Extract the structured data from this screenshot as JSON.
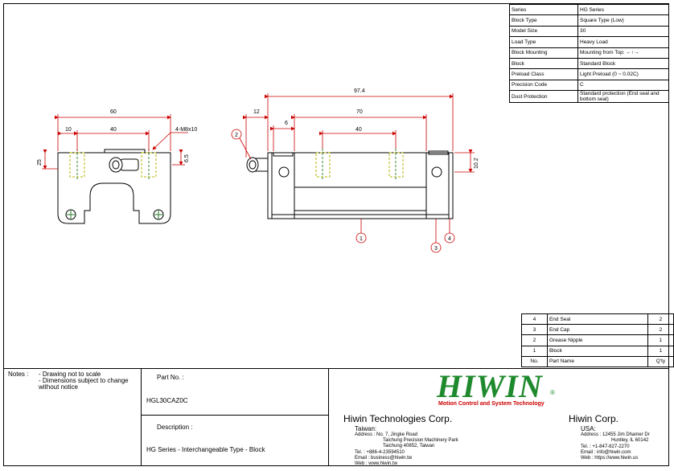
{
  "spec_table": [
    {
      "key": "Series",
      "value": "HG Series"
    },
    {
      "key": "Block Type",
      "value": "Square Type (Low)"
    },
    {
      "key": "Model Size",
      "value": "30"
    },
    {
      "key": "Load Type",
      "value": "Heavy Load"
    },
    {
      "key": "Block Mounting",
      "value": "Mounting from Top: ←↑→"
    },
    {
      "key": "Block",
      "value": "Standard Block"
    },
    {
      "key": "Preload Class",
      "value": "Light Preload (0 ~ 0.02C)"
    },
    {
      "key": "Precision Code",
      "value": "C"
    },
    {
      "key": "Dust Protection",
      "value": "Standard protection (End seal and bottom seal)"
    }
  ],
  "parts_list": {
    "rows": [
      {
        "no": "4",
        "name": "End Seal",
        "qty": "2"
      },
      {
        "no": "3",
        "name": "End Cap",
        "qty": "2"
      },
      {
        "no": "2",
        "name": "Grease Nipple",
        "qty": "1"
      },
      {
        "no": "1",
        "name": "Block",
        "qty": "1"
      }
    ],
    "header": {
      "no": "No.",
      "name": "Part Name",
      "qty": "Q'ty"
    }
  },
  "dimensions": {
    "front_width": "60",
    "front_10": "10",
    "front_40": "40",
    "thread": "4-M8x10",
    "front_6_5": "6.5",
    "front_25": "25",
    "side_97_4": "97.4",
    "side_12": "12",
    "side_70": "70",
    "side_6": "6",
    "side_40": "40",
    "side_10_2": "10.2"
  },
  "balloons": [
    "1",
    "2",
    "3",
    "4"
  ],
  "title_block": {
    "notes_label": "Notes :",
    "notes": [
      "- Drawing not to scale",
      "- Dimensions subject to change",
      "without notice"
    ],
    "part_no_label": "Part No. :",
    "part_no": "HGL30CAZ0C",
    "description_label": "Description :",
    "description": "HG Series - Interchangeable Type - Block"
  },
  "brand": {
    "logo": "HIWIN",
    "reg": "®",
    "tagline": "Motion Control and System Technology",
    "tw_company": "Hiwin Technologies Corp.",
    "tw_country": "Taiwan:",
    "tw_lines": [
      "Address : No. 7, Jingke Road",
      "Taichung Precision Machinery Park",
      "Taichung 40852, Taiwan",
      "Tel. : +886-4-23594510",
      "Email : business@hiwin.tw",
      "Web : www.hiwin.tw"
    ],
    "us_company": "Hiwin Corp.",
    "us_country": "USA:",
    "us_lines": [
      "Address : 12455 Jim Dhamer Dr",
      "Huntley, IL 60142",
      "Tel. : +1-847-827-2270",
      "Email : info@hiwin.com",
      "Web : https://www.hiwin.us"
    ]
  },
  "colors": {
    "dimension": "#cc0000",
    "hidden": "#b5b500",
    "line": "#000000",
    "logo": "#1f8a2d"
  }
}
